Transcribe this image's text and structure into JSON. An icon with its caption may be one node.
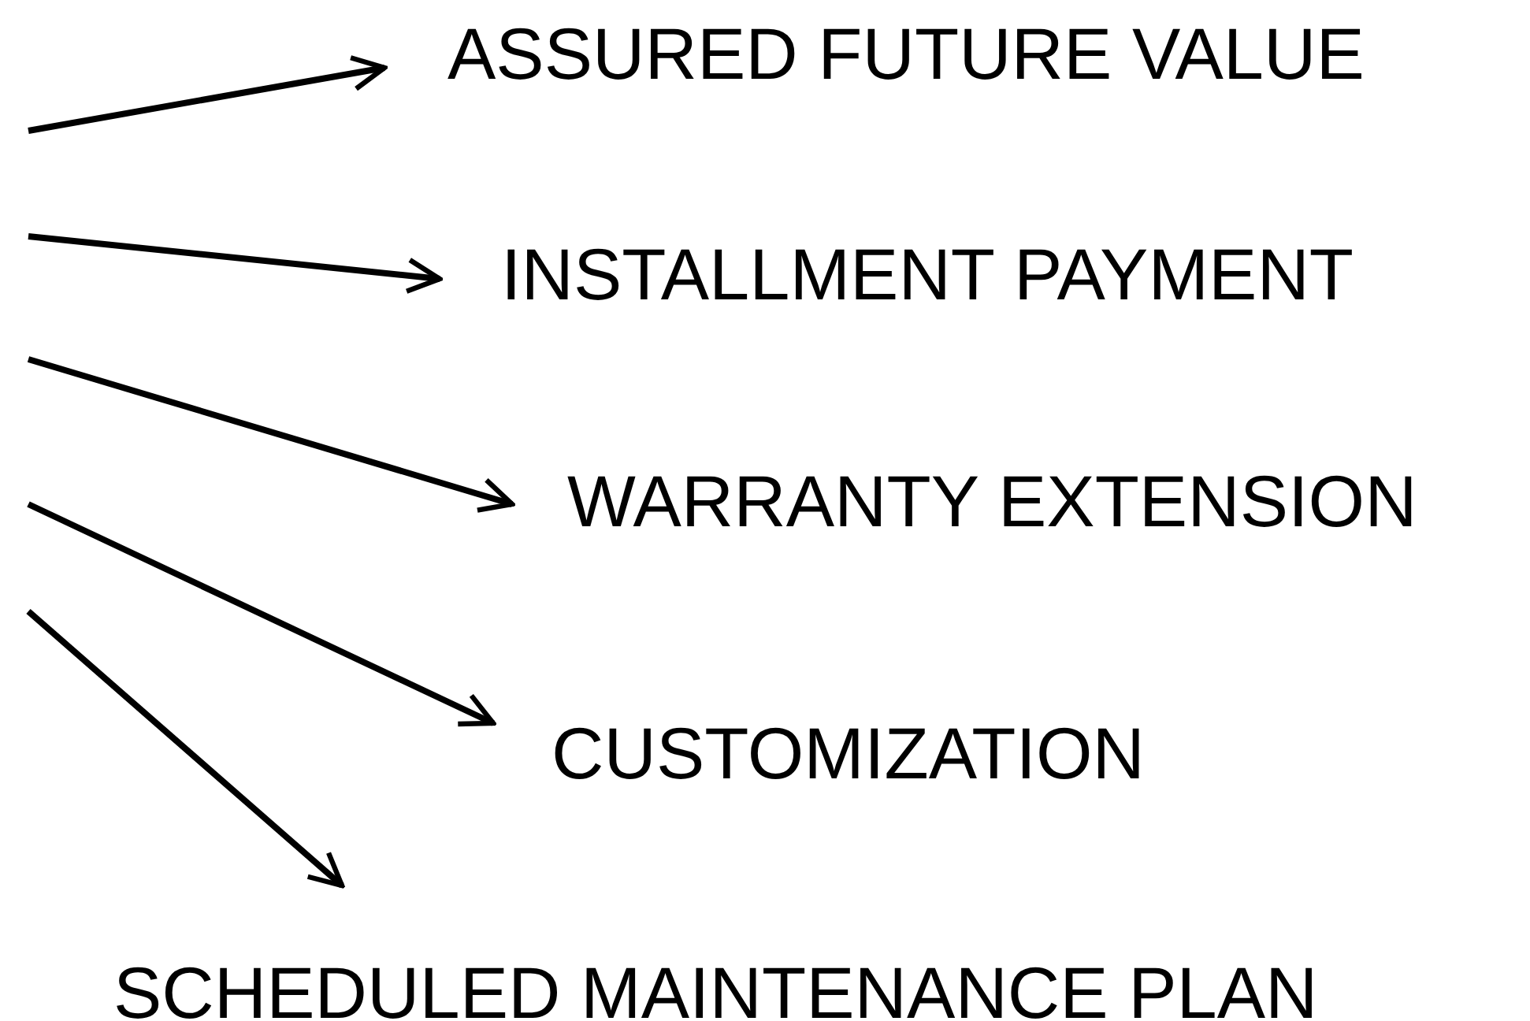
{
  "diagram": {
    "nodes": [
      {
        "text": [
          "ASSURED FUTURE VALUE"
        ]
      },
      {
        "text": [
          "INSTALLMENT PAYMENT"
        ]
      },
      {
        "text": [
          "WARRANTY EXTENSION"
        ]
      },
      {
        "text": [
          "CUSTOMIZATION"
        ]
      },
      {
        "text": [
          "SCHEDULED MAINTENANCE PLAN"
        ]
      }
    ],
    "edges": [
      {
        "from": null,
        "to": 0,
        "arrow": "to"
      },
      {
        "from": null,
        "to": 1,
        "arrow": "to"
      },
      {
        "from": null,
        "to": 2,
        "arrow": "to"
      },
      {
        "from": null,
        "to": 3,
        "arrow": "to"
      },
      {
        "from": null,
        "to": 4,
        "arrow": "to"
      }
    ]
  }
}
